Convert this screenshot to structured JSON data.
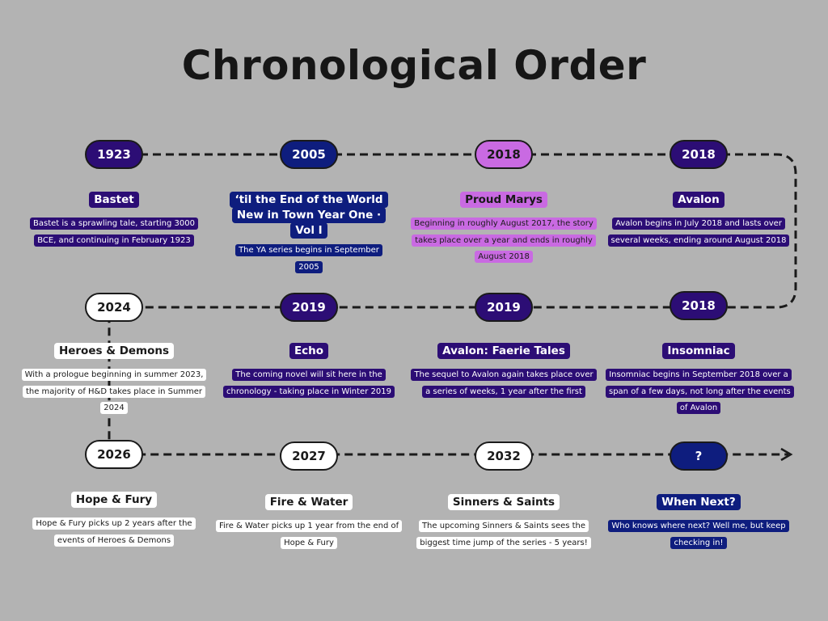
{
  "title": "Chronological Order",
  "colors": {
    "background": "#b3b3b3",
    "purple": "#2c0d75",
    "navy": "#0e1d7e",
    "lilac": "#c96ae2",
    "white": "#ffffff"
  },
  "events": [
    {
      "year": "1923",
      "title": "Bastet",
      "desc": "Bastet is a sprawling tale, starting 3000 BCE, and continuing in February 1923",
      "color": "purple"
    },
    {
      "year": "2005",
      "title": "‘til the End of the World New in Town Year One · Vol I",
      "desc": "The YA series begins in September 2005",
      "color": "navy"
    },
    {
      "year": "2018",
      "title": "Proud Marys",
      "desc": "Beginning in roughly August 2017, the story takes place over a year and ends in roughly August 2018",
      "color": "lilac"
    },
    {
      "year": "2018",
      "title": "Avalon",
      "desc": "Avalon begins in July 2018 and lasts over several weeks, ending around August 2018",
      "color": "purple"
    },
    {
      "year": "2018",
      "title": "Insomniac",
      "desc": "Insomniac begins in September 2018 over a span of a few days, not long after the events of Avalon",
      "color": "purple"
    },
    {
      "year": "2019",
      "title": "Avalon: Faerie Tales",
      "desc": "The sequel to Avalon again takes place over a series of weeks, 1 year after the first",
      "color": "purple"
    },
    {
      "year": "2019",
      "title": "Echo",
      "desc": "The coming novel will sit here in the chronology - taking place in Winter 2019",
      "color": "purple"
    },
    {
      "year": "2024",
      "title": "Heroes & Demons",
      "desc": "With a prologue beginning in summer 2023, the majority of H&D takes place in Summer 2024",
      "color": "white"
    },
    {
      "year": "2026",
      "title": "Hope & Fury",
      "desc": "Hope & Fury picks up 2 years after the events of Heroes & Demons",
      "color": "white"
    },
    {
      "year": "2027",
      "title": "Fire & Water",
      "desc": "Fire & Water picks up 1 year from the end of Hope & Fury",
      "color": "white"
    },
    {
      "year": "2032",
      "title": "Sinners & Saints",
      "desc": "The upcoming Sinners & Saints sees the biggest time jump of the series - 5 years!",
      "color": "white"
    },
    {
      "year": "?",
      "title": "When Next?",
      "desc": "Who knows where next? Well me, but keep checking in!",
      "color": "navy"
    }
  ]
}
